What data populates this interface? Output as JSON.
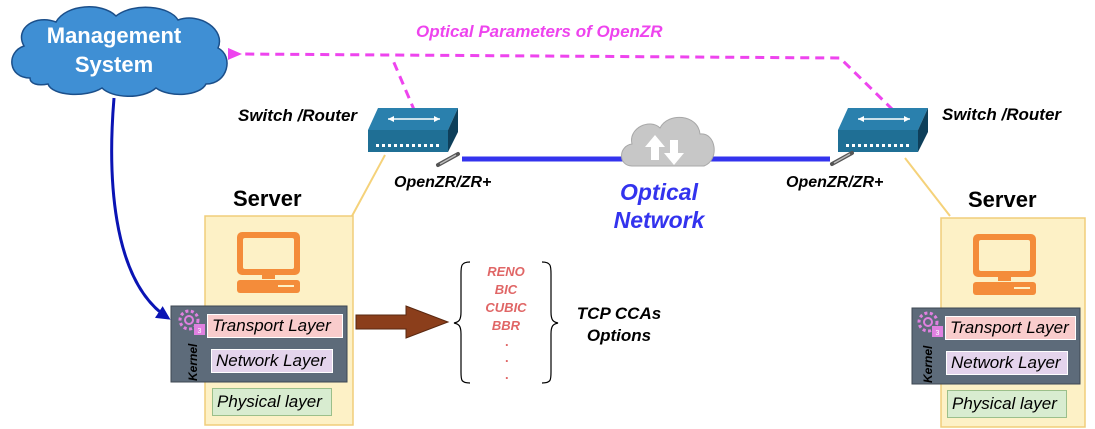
{
  "management": {
    "line1": "Management",
    "line2": "System"
  },
  "optical_params_label": "Optical Parameters of OpenZR",
  "left_switch_label": "Switch /Router",
  "right_switch_label": "Switch /Router",
  "left_optics_label": "OpenZR/ZR+",
  "right_optics_label": "OpenZR/ZR+",
  "optical_network": {
    "line1": "Optical",
    "line2": "Network"
  },
  "left_server": {
    "title": "Server",
    "kernel_label": "Kernel",
    "transport": "Transport Layer",
    "network": "Network Layer",
    "physical": "Physical layer"
  },
  "right_server": {
    "title": "Server",
    "kernel_label": "Kernel",
    "transport": "Transport Layer",
    "network": "Network Layer",
    "physical": "Physical layer"
  },
  "tcp_ccas": {
    "options": [
      "RENO",
      "BIC",
      "CUBIC",
      "BBR"
    ],
    "title_line1": "TCP CCAs",
    "title_line2": "Options"
  },
  "colors": {
    "magenta": "#ee44ee",
    "cloud": "#3f8fd4",
    "optical_line": "#3333ee",
    "switch": "#1f6f95",
    "server_fill": "#fdf1c6",
    "kernel_fill": "#5d6b7a",
    "monitor": "#f48c3a",
    "arrow_brown": "#8b3e1b",
    "cca_red": "#e06666"
  },
  "icons": {
    "management": "cloud-icon",
    "switch": "switch-router-icon",
    "transceiver": "transceiver-icon",
    "optical_cloud": "cloud-upload-download-icon",
    "computer": "computer-monitor-icon",
    "kernel": "gear-icon"
  }
}
